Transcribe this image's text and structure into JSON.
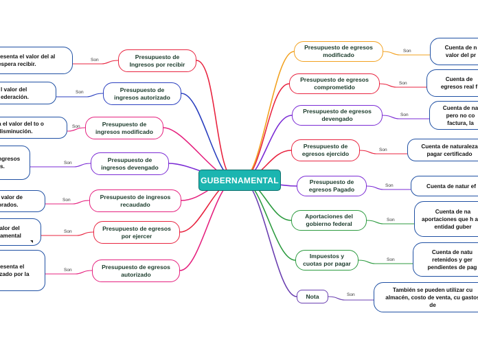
{
  "center": {
    "label": "GUBERNAMENTAL"
  },
  "connector": "Son",
  "colors": {
    "center_fill": "#1bb5b0",
    "desc_border": "#1e4fa3"
  },
  "left": [
    {
      "label": "Presupuesto de Ingresos por recibir",
      "color": "#e8233f",
      "desc": "resenta el valor del al espera recibir."
    },
    {
      "label": "Presupuesto de ingresos autorizado",
      "color": "#2a3fbf",
      "desc": "l valor del ederación."
    },
    {
      "label": "Presupuesto de ingresos modificado",
      "color": "#e5207e",
      "desc": "a el valor del to o disminución."
    },
    {
      "label": "Presupuesto de ingresos devengado",
      "color": "#7a2ad4",
      "desc": "ingresos os."
    },
    {
      "label": "Presupuesto de ingresos recaudado",
      "color": "#e5207e",
      "desc": "l valor de orados."
    },
    {
      "label": "Presupuesto de egresos por ejercer",
      "color": "#e8233f",
      "desc": "valor del namental"
    },
    {
      "label": "Presupuesto de egresos autorizado",
      "color": "#e5207e",
      "desc": "resenta el izado por la"
    }
  ],
  "right": [
    {
      "label": "Presupuesto de egresos modificado",
      "color": "#f2a11f",
      "desc": "Cuenta de n valor del pr"
    },
    {
      "label": "Presupuesto de egresos comprometido",
      "color": "#e8233f",
      "desc": "Cuenta de egresos real f"
    },
    {
      "label": "Presupuesto de egresos devengado",
      "color": "#7a2ad4",
      "desc": "Cuenta de na pero no co factura, la"
    },
    {
      "label": "Presupuesto de egresos ejercido",
      "color": "#e8233f",
      "desc": "Cuenta de naturaleza pagar certificado"
    },
    {
      "label": "Presupuesto de egresos Pagado",
      "color": "#7a2ad4",
      "desc": "Cuenta de natur ef"
    },
    {
      "label": "Aportaciones del gobierno federal",
      "color": "#2b9a3e",
      "desc": "Cuenta de na aportaciones que h a la entidad guber"
    },
    {
      "label": "Impuestos y cuotas por pagar",
      "color": "#2b9a3e",
      "desc": "Cuenta de natu retenidos y ger pendientes de pag"
    },
    {
      "label": "Nota",
      "color": "#6a3fb0",
      "desc": "También se pueden utilizar cu almacén, costo de venta, cu gastos de"
    }
  ]
}
